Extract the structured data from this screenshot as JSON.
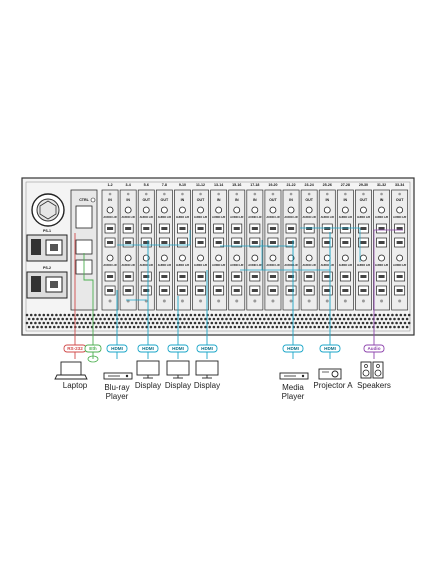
{
  "chassis": {
    "power_labels": [
      "PS-1",
      "PS-2"
    ],
    "ctrl_label": "CTRL",
    "slot_labels": [
      "IN",
      "IN",
      "OUT",
      "OUT",
      "IN",
      "OUT",
      "IN",
      "IN",
      "IN",
      "OUT",
      "IN",
      "OUT",
      "IN",
      "IN",
      "OUT",
      "IN",
      "OUT"
    ],
    "range_labels": [
      "1-2",
      "3-4",
      "5-6",
      "7-8",
      "9-10",
      "11-12",
      "13-14",
      "15-16",
      "17-18",
      "19-20",
      "21-22",
      "23-24",
      "25-26",
      "27-28",
      "29-30",
      "31-32",
      "33-34"
    ],
    "audio_label": "AUDIO L/R"
  },
  "connections": [
    {
      "tag": "RS-232",
      "color": "#d04a4a"
    },
    {
      "tag": "Eth",
      "color": "#4caf50"
    },
    {
      "tag": "HDMI",
      "color": "#1aa6c8"
    },
    {
      "tag": "HDMI",
      "color": "#1aa6c8"
    },
    {
      "tag": "HDMI",
      "color": "#1aa6c8"
    },
    {
      "tag": "HDMI",
      "color": "#1aa6c8"
    },
    {
      "tag": "HDMI",
      "color": "#1aa6c8"
    },
    {
      "tag": "HDMI",
      "color": "#1aa6c8"
    },
    {
      "tag": "Audio",
      "color": "#8e44ad"
    }
  ],
  "devices": [
    {
      "label": "Laptop",
      "icon": "laptop-icon"
    },
    {
      "label": "Blu-ray\nPlayer",
      "icon": "bluray-player-icon"
    },
    {
      "label": "Display",
      "icon": "display-icon"
    },
    {
      "label": "Display",
      "icon": "display-icon"
    },
    {
      "label": "Display",
      "icon": "display-icon"
    },
    {
      "label": "Media\nPlayer",
      "icon": "media-player-icon"
    },
    {
      "label": "Projector A",
      "icon": "projector-icon"
    },
    {
      "label": "Speakers",
      "icon": "speakers-icon"
    }
  ]
}
